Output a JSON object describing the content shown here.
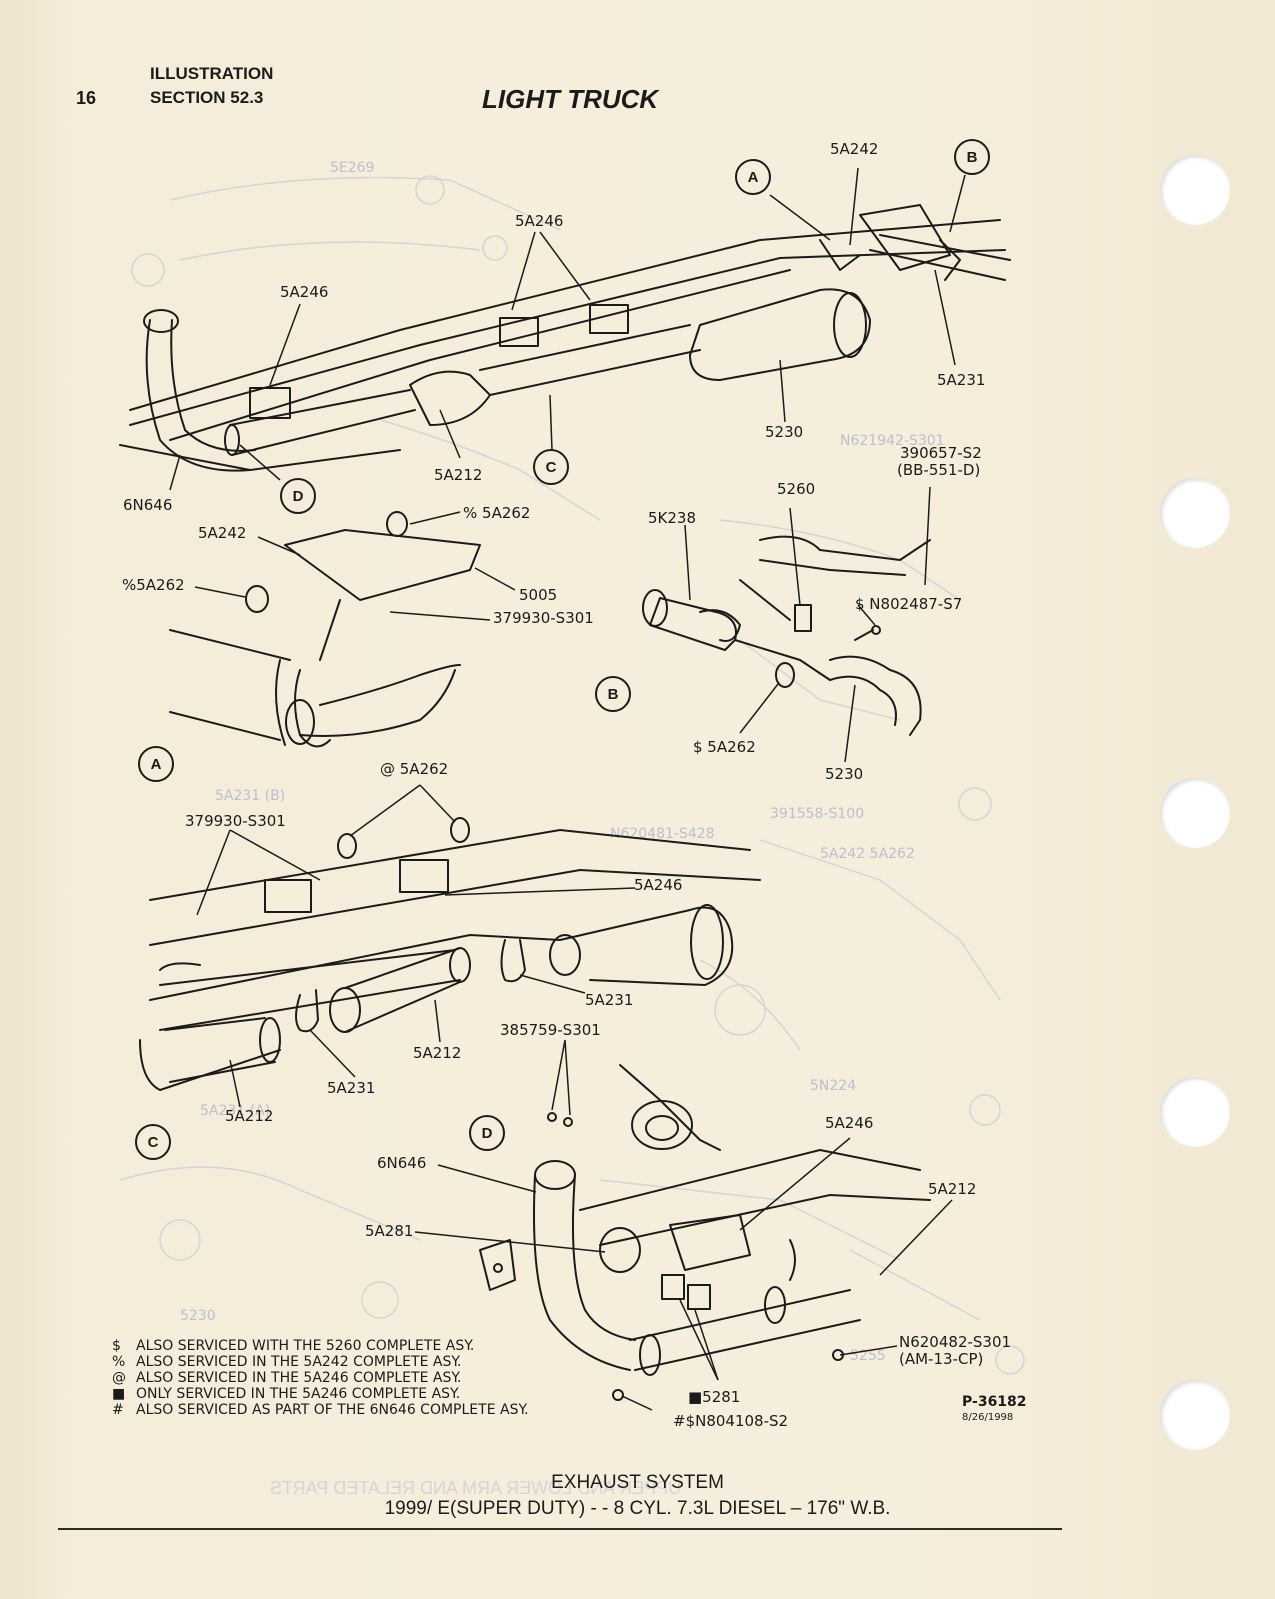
{
  "header": {
    "page_number": "16",
    "section_line1": "ILLUSTRATION",
    "section_line2": "SECTION 52.3",
    "title": "LIGHT TRUCK"
  },
  "callouts": {
    "top_5A242": "5A242",
    "top_B": "B",
    "top_A": "A",
    "top_5A246_a": "5A246",
    "top_5A246_b": "5A246",
    "top_5A231": "5A231",
    "top_5230": "5230",
    "top_5A212": "5A212",
    "top_C": "C",
    "top_D": "D",
    "top_6N646": "6N646",
    "a_5A262_pct_a": "% 5A262",
    "a_5A242": "5A242",
    "a_5A262_pct_b": "%5A262",
    "a_5005": "5005",
    "a_379930": "379930-S301",
    "a_label": "A",
    "b_390657": "390657-S2",
    "b_bb551": "(BB-551-D)",
    "b_5260": "5260",
    "b_5K238": "5K238",
    "b_N802487": "$ N802487-S7",
    "b_label": "B",
    "b_5A262": "$ 5A262",
    "b_5230": "5230",
    "c_5A262_at": "@ 5A262",
    "c_379930": "379930-S301",
    "c_5A246": "5A246",
    "c_5A231_a": "5A231",
    "c_5A212_a": "5A212",
    "c_5A231_b": "5A231",
    "c_5A212_b": "5A212",
    "c_label": "C",
    "d_385759": "385759-S301",
    "d_5A246": "5A246",
    "d_label": "D",
    "d_6N646": "6N646",
    "d_5A212": "5A212",
    "d_5A281": "5A281",
    "d_N620482": "N620482-S301",
    "d_am13": "(AM-13-CP)",
    "d_5281": "■5281",
    "d_N804108": "#$N804108-S2"
  },
  "notes": [
    {
      "symbol": "$",
      "text": "ALSO SERVICED WITH THE 5260 COMPLETE ASY."
    },
    {
      "symbol": "%",
      "text": "ALSO SERVICED IN THE 5A242 COMPLETE ASY."
    },
    {
      "symbol": "@",
      "text": "ALSO SERVICED IN THE 5A246 COMPLETE ASY."
    },
    {
      "symbol": "■",
      "text": "ONLY SERVICED IN THE 5A246 COMPLETE ASY."
    },
    {
      "symbol": "#",
      "text": "ALSO SERVICED AS PART OF THE 6N646 COMPLETE ASY."
    }
  ],
  "ref": {
    "number": "P-36182",
    "date": "8/26/1998"
  },
  "footer": {
    "line1": "EXHAUST SYSTEM",
    "line2": "1999/ E(SUPER DUTY) - - 8 CYL. 7.3L DIESEL – 176\" W.B.",
    "bleed_through": "UPPER AND LOWER ARM AND RELATED PARTS"
  },
  "colors": {
    "paper": "#f3ead6",
    "ink": "#1b1b1b",
    "ghost": "#b9bfd0"
  }
}
